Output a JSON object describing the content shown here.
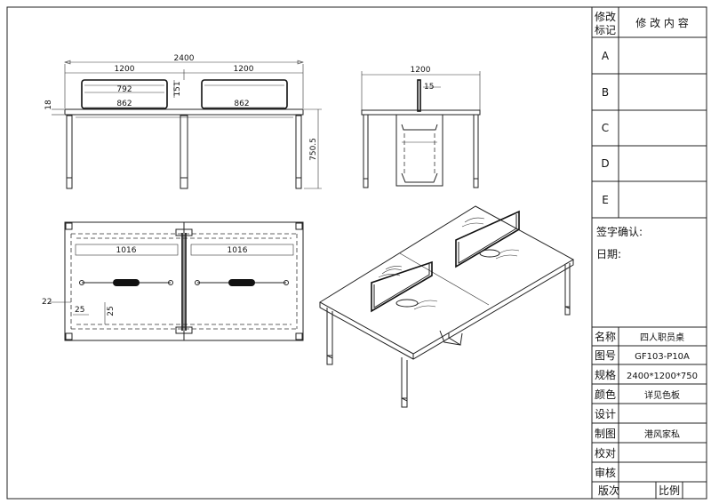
{
  "title_block": {
    "rev_mark_label": [
      "修改",
      "标记"
    ],
    "rev_content_label": "修 改 内 容",
    "rev_rows": [
      "A",
      "B",
      "C",
      "D",
      "E"
    ],
    "sign_label": "签字确认:",
    "date_label": "日期:",
    "fields": [
      {
        "label": "名称",
        "value": "四人职员桌"
      },
      {
        "label": "图号",
        "value": "GF103-P10A"
      },
      {
        "label": "规格",
        "value": "2400*1200*750"
      },
      {
        "label": "颜色",
        "value": "详见色板"
      },
      {
        "label": "设计",
        "value": ""
      },
      {
        "label": "制图",
        "value": "港风家私"
      },
      {
        "label": "校对",
        "value": ""
      },
      {
        "label": "审核",
        "value": ""
      }
    ],
    "version_label": "版次",
    "scale_label": "比例"
  },
  "front_view": {
    "total_width": "2400",
    "half_width_left": "1200",
    "half_width_right": "1200",
    "screen_width": "792",
    "screen_height": "151",
    "tray_left": "862",
    "tray_right": "862",
    "top_thickness": "18",
    "height": "750.5"
  },
  "side_view": {
    "depth": "1200",
    "screen_thickness": "15"
  },
  "plan_view": {
    "span_left": "1016",
    "span_right": "1016",
    "offset_edge": "22",
    "offset_a": "25",
    "offset_b": "25"
  }
}
